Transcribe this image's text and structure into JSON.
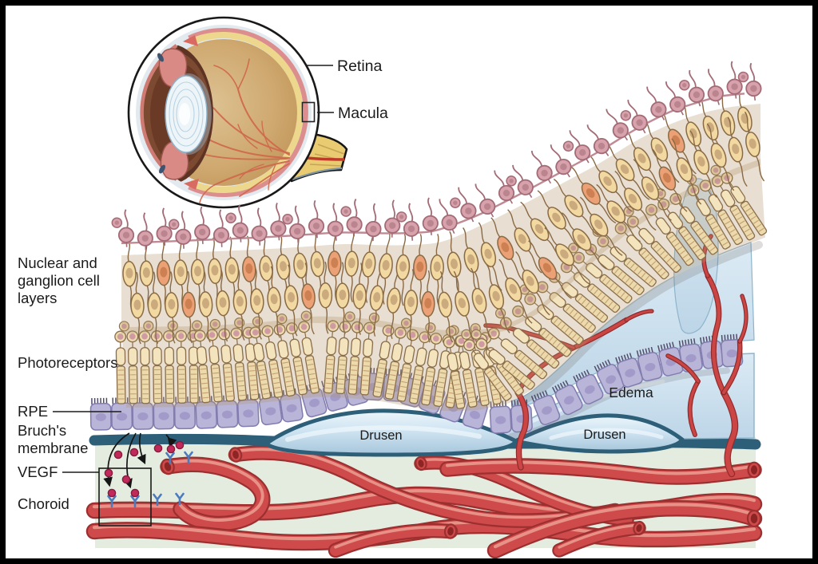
{
  "eye_inset": {
    "retina_label": "Retina",
    "macula_label": "Macula"
  },
  "layer_labels": {
    "nuclear_line1": "Nuclear and",
    "nuclear_line2": "ganglion cell",
    "nuclear_line3": "layers",
    "photoreceptors": "Photoreceptors",
    "rpe": "RPE",
    "bruchs_line1": "Bruch's",
    "bruchs_line2": "membrane",
    "vegf": "VEGF",
    "choroid": "Choroid"
  },
  "annotations": {
    "drusen_left": "Drusen",
    "drusen_right": "Drusen",
    "edema": "Edema"
  },
  "palette": {
    "ink": "#1b1b1b",
    "seg": "#ecd9ac",
    "seg_stroke": "#8a6e4b",
    "seg_stripe": "#c2a172",
    "inner_seg": "#f3e4bd",
    "photoreceptor_nucleus": "#cf9aa2",
    "pink": "#d8a2ac",
    "pink_stroke": "#a36b76",
    "pink_nuc": "#bb8590",
    "tan": "#f2d9a2",
    "tan_stroke": "#8a6a45",
    "tan_nuc": "#cbaa7e",
    "orange": "#eba175",
    "orange_nuc": "#cd8153",
    "band": "#b3946a",
    "rpe": "#b8b5d8",
    "rpe_stroke": "#827caf",
    "rpe_nuc": "#a29ac8",
    "villi": "#524c6a",
    "membrane": "#2e5f79",
    "drusen_fill_top": "#ecf5fa",
    "drusen_fill_bottom": "#a6c6db",
    "fluid_stroke": "#8fb3cb",
    "choroid_green": "#e3ecdf",
    "vessel": "#cf4a4a",
    "vessel_dark": "#9c3030",
    "vessel_light": "#ec9e92",
    "sprout": "#cc4545",
    "sprout_dark": "#8f2b2b",
    "vegf_dot": "#c0295a",
    "vegf_dot_stroke": "#851c3e",
    "receptor_blue": "#4a7bbf",
    "eye_vessel": "#d0694c"
  }
}
